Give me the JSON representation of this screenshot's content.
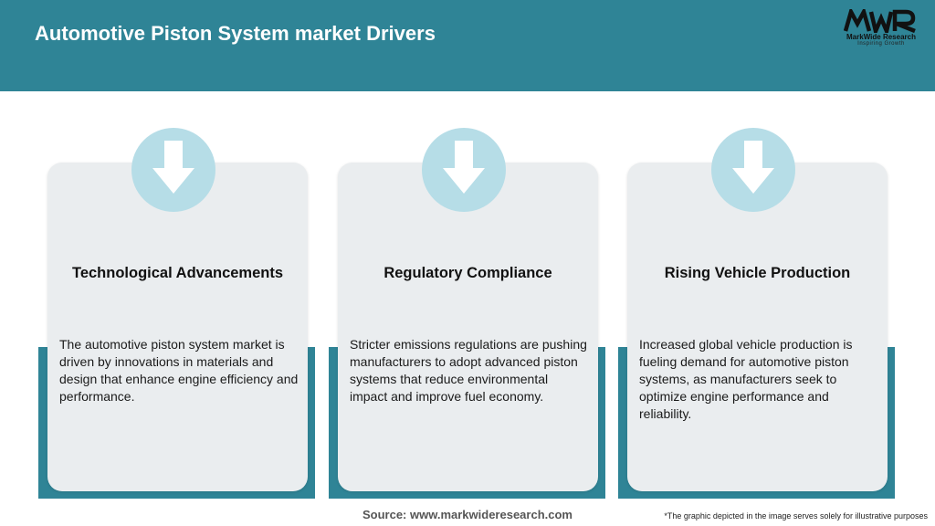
{
  "header": {
    "title": "Automotive Piston System market Drivers",
    "background": "#2f8496"
  },
  "logo": {
    "mark": "MWR",
    "name": "MarkWide Research",
    "tagline": "Inspiring Growth"
  },
  "cards": [
    {
      "icon": "arrow-down-icon",
      "title": "Technological Advancements",
      "text": "The automotive piston system market is driven by innovations in materials and design that enhance engine efficiency and performance."
    },
    {
      "icon": "arrow-down-icon",
      "title": "Regulatory Compliance",
      "text": "Stricter emissions regulations are pushing manufacturers to adopt advanced piston systems that reduce environmental impact and improve fuel economy."
    },
    {
      "icon": "arrow-down-icon",
      "title": "Rising Vehicle Production",
      "text": "Increased global vehicle production is fueling demand for automotive piston systems, as manufacturers seek to optimize engine performance and reliability."
    }
  ],
  "footer": {
    "source": "Source: www.markwideresearch.com",
    "disclaimer": "*The graphic depicted in the image serves solely for illustrative purposes"
  },
  "colors": {
    "accent": "#2f8496",
    "card": "#eaedef",
    "icon_circle": "#b6dde7"
  }
}
